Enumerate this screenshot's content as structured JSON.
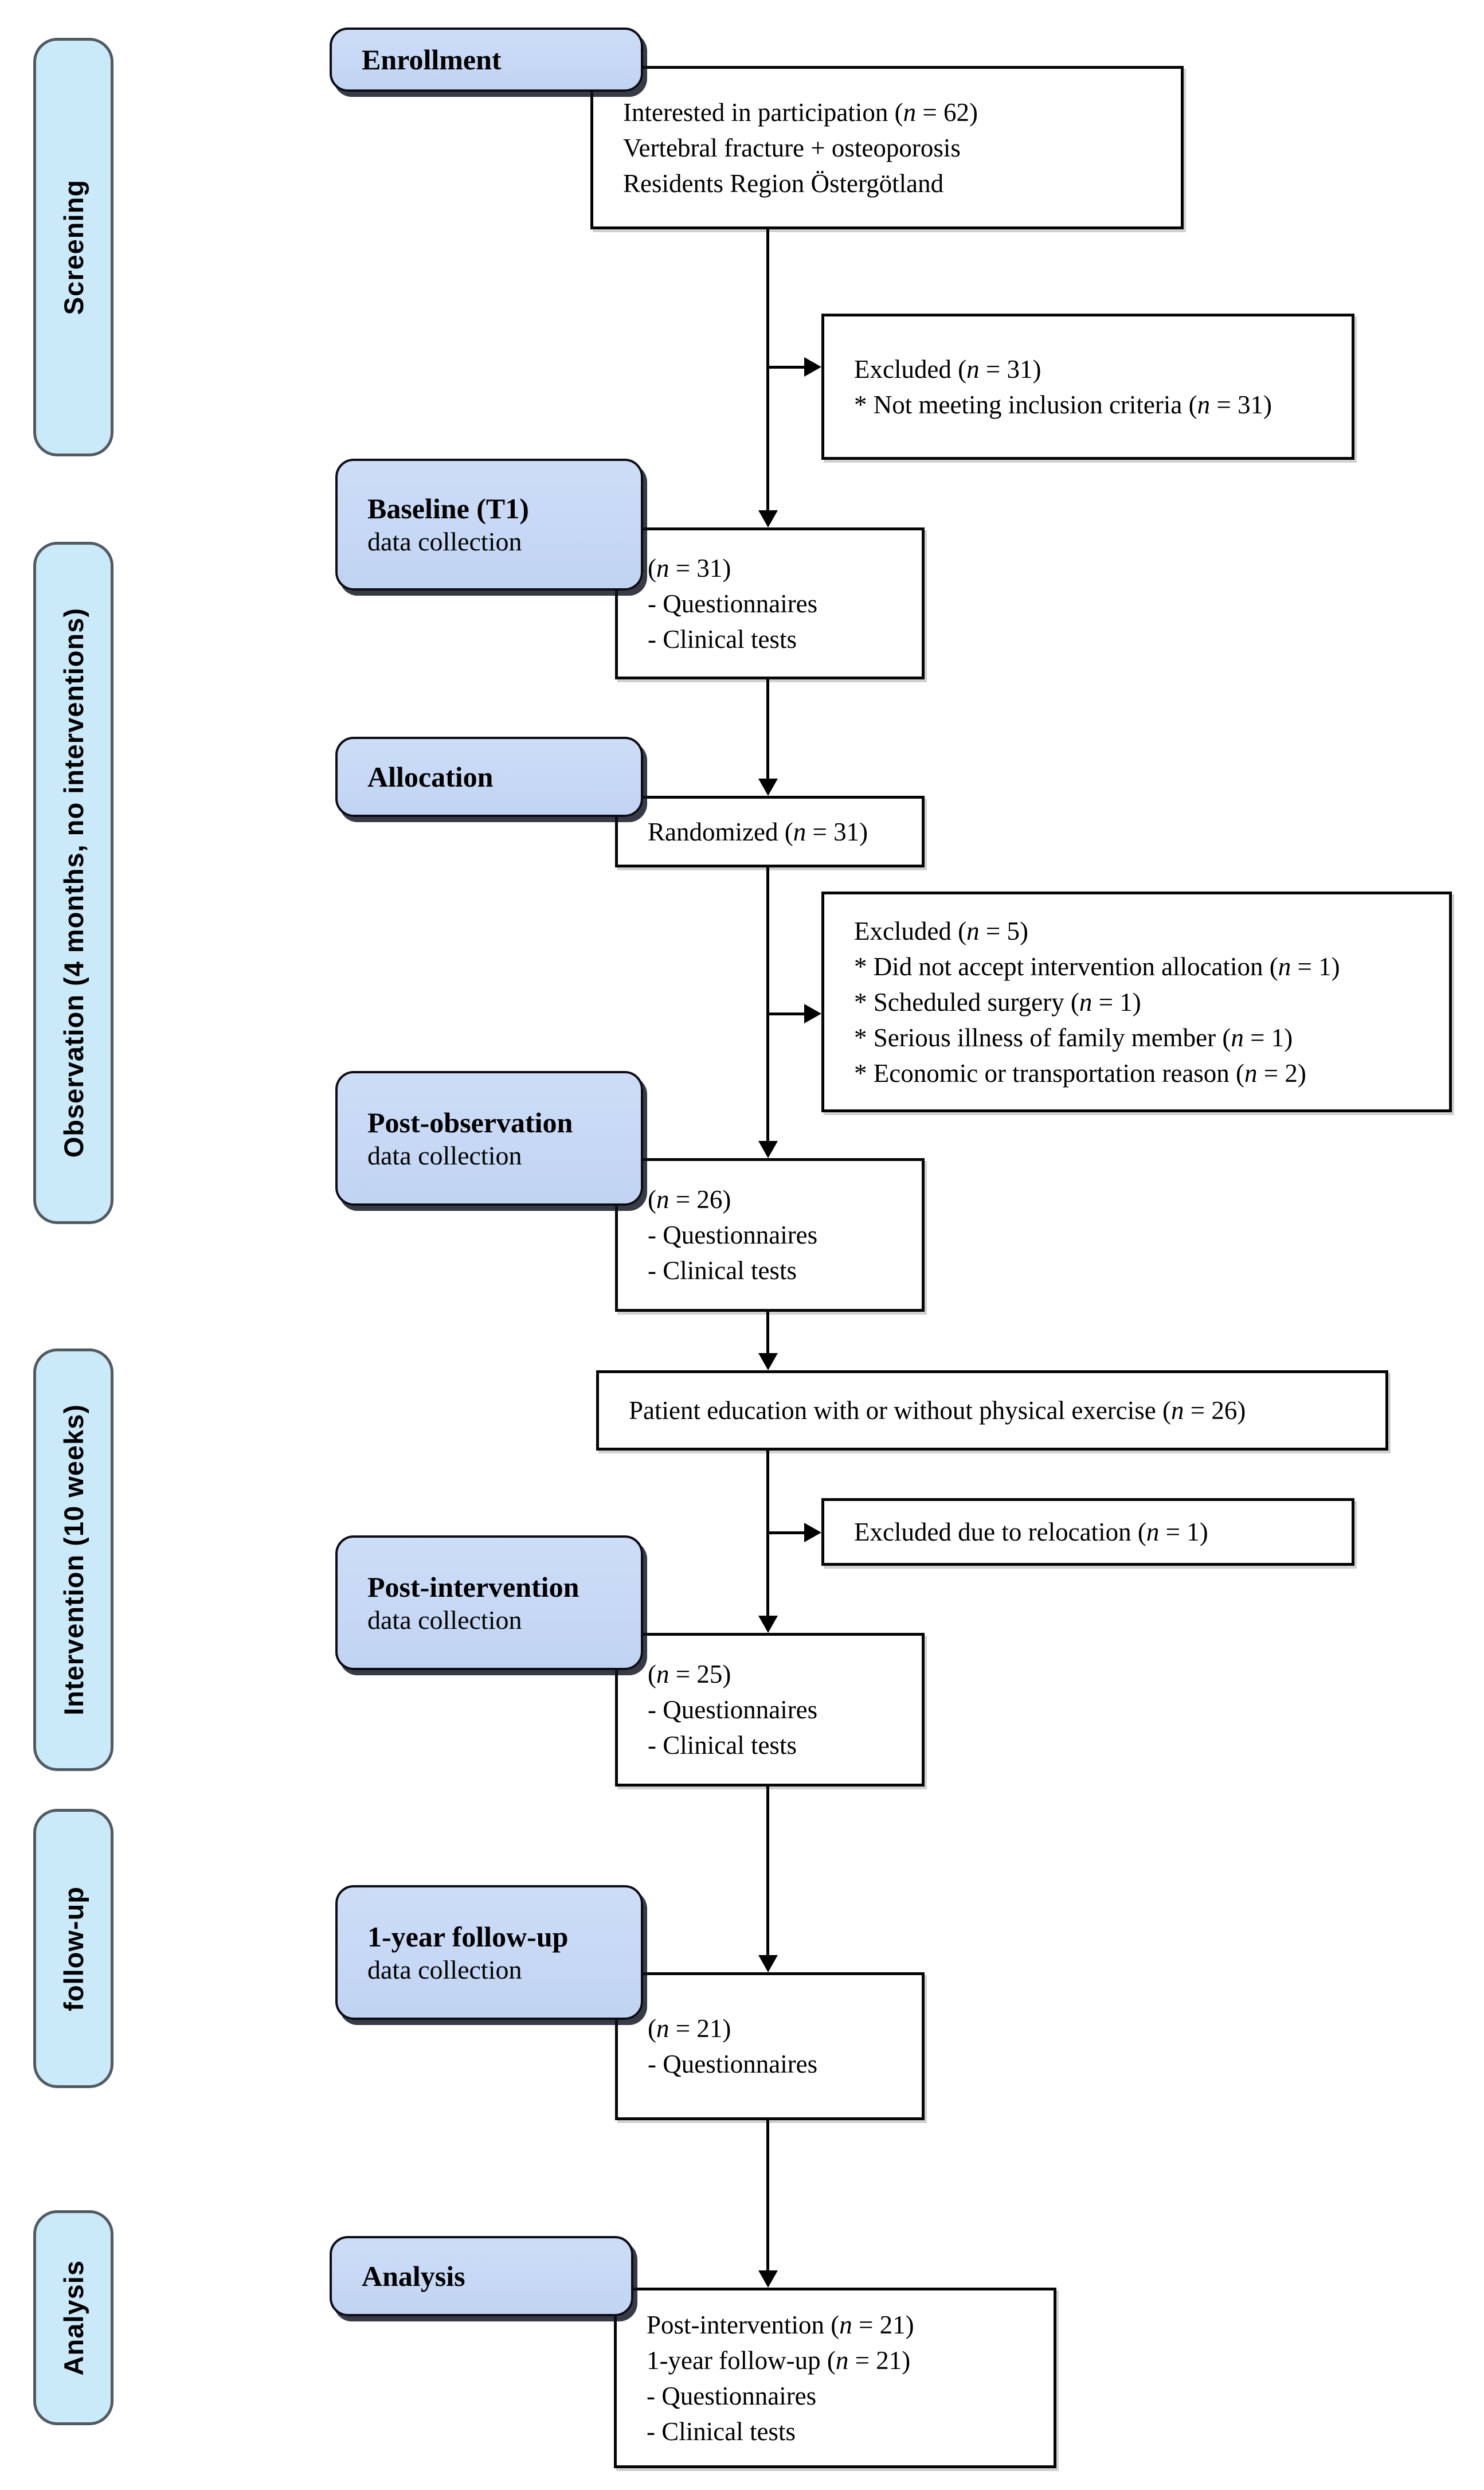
{
  "palette": {
    "sidebar_fill": "#cbeaf9",
    "sidebar_border": "#525a62",
    "stage_label_fill": "#c3d8f5",
    "stage_label_border": "#0c0c14",
    "data_box_border": "#000000",
    "arrow": "#000000",
    "text": "#000000"
  },
  "sidebar": {
    "screening": "Screening",
    "observation": "Observation (4 months, no interventions)",
    "intervention": "Intervention (10 weeks)",
    "followup": "follow-up",
    "analysis": "Analysis"
  },
  "labels": {
    "enrollment": {
      "title": "Enrollment"
    },
    "baseline": {
      "title": "Baseline (T1)",
      "subtitle": "data collection"
    },
    "allocation": {
      "title": "Allocation"
    },
    "post_observation": {
      "title": "Post-observation",
      "subtitle": "data collection"
    },
    "post_intervention": {
      "title": "Post-intervention",
      "subtitle": "data collection"
    },
    "one_year": {
      "title": "1-year follow-up",
      "subtitle": "data collection"
    },
    "analysis": {
      "title": "Analysis"
    }
  },
  "boxes": {
    "interested": {
      "lines": [
        "Interested in participation (_n_ = 62)",
        "Vertebral fracture + osteoporosis",
        "Residents Region Östergötland"
      ]
    },
    "excluded_screening": {
      "lines": [
        "Excluded (_n_ = 31)",
        "* Not meeting inclusion criteria (_n_ = 31)"
      ]
    },
    "baseline_data": {
      "lines": [
        "(_n_ = 31)",
        "- Questionnaires",
        "- Clinical tests"
      ]
    },
    "randomized": {
      "lines": [
        "Randomized (_n_ = 31)"
      ]
    },
    "excluded_allocation": {
      "lines": [
        "Excluded (_n_ = 5)",
        "* Did not accept intervention allocation (_n_ = 1)",
        "* Scheduled surgery (_n_ = 1)",
        "* Serious illness of family member (_n_ = 1)",
        "* Economic or transportation reason (_n_ = 2)"
      ]
    },
    "post_observation_data": {
      "lines": [
        "(_n_ = 26)",
        "- Questionnaires",
        "- Clinical tests"
      ]
    },
    "patient_education": {
      "lines": [
        "Patient education with or without physical exercise (_n_ = 26)"
      ]
    },
    "excluded_relocation": {
      "lines": [
        "Excluded due to relocation (_n_ = 1)"
      ]
    },
    "post_intervention_data": {
      "lines": [
        "(_n_ = 25)",
        "- Questionnaires",
        "- Clinical tests"
      ]
    },
    "one_year_data": {
      "lines": [
        "(_n_ = 21)",
        "- Questionnaires"
      ]
    },
    "analysis_data": {
      "lines": [
        "Post-intervention (_n_ = 21)",
        "1-year follow-up (_n_ = 21)",
        "- Questionnaires",
        "- Clinical tests"
      ]
    }
  }
}
